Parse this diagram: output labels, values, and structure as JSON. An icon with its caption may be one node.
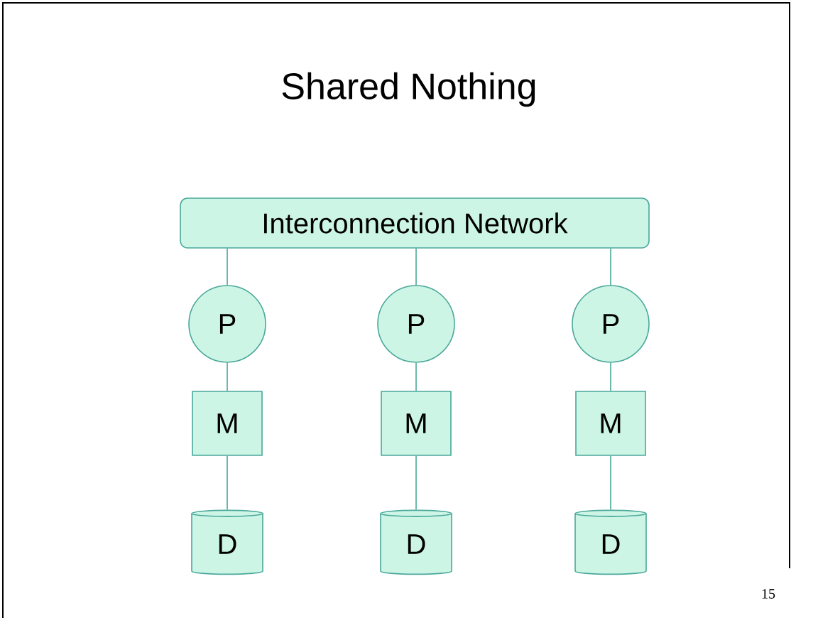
{
  "diagram": {
    "title": "Shared Nothing",
    "nodes": [
      {
        "text": [
          "Interconnection Network"
        ]
      },
      {
        "text": [
          "P"
        ]
      },
      {
        "text": [
          "P"
        ]
      },
      {
        "text": [
          "P"
        ]
      },
      {
        "text": [
          "M"
        ]
      },
      {
        "text": [
          "M"
        ]
      },
      {
        "text": [
          "M"
        ]
      },
      {
        "text": [
          "D"
        ]
      },
      {
        "text": [
          "D"
        ]
      },
      {
        "text": [
          "D"
        ]
      }
    ],
    "edges": [
      {
        "from": 0,
        "to": 1,
        "arrow": "none"
      },
      {
        "from": 0,
        "to": 2,
        "arrow": "none"
      },
      {
        "from": 0,
        "to": 3,
        "arrow": "none"
      },
      {
        "from": 1,
        "to": 4,
        "arrow": "none"
      },
      {
        "from": 2,
        "to": 5,
        "arrow": "none"
      },
      {
        "from": 3,
        "to": 6,
        "arrow": "none"
      },
      {
        "from": 4,
        "to": 7,
        "arrow": "none"
      },
      {
        "from": 5,
        "to": 8,
        "arrow": "none"
      },
      {
        "from": 6,
        "to": 9,
        "arrow": "none"
      }
    ],
    "labels": [
      "15"
    ]
  }
}
